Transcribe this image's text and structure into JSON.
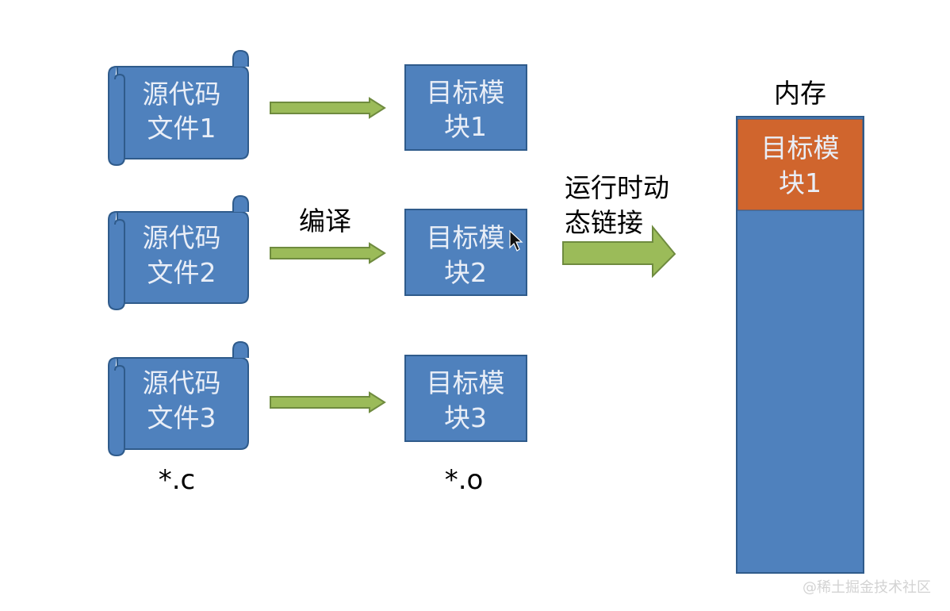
{
  "colors": {
    "box_fill": "#4f81bd",
    "box_border": "#2f5b8b",
    "module_highlight_fill": "#d0652d",
    "arrow_fill": "#9bbb59",
    "arrow_border": "#6f8b3f",
    "box_text": "#e9eef7"
  },
  "source_files": [
    {
      "line1": "源代码",
      "line2": "文件1"
    },
    {
      "line1": "源代码",
      "line2": "文件2"
    },
    {
      "line1": "源代码",
      "line2": "文件3"
    }
  ],
  "object_modules": [
    {
      "line1": "目标模",
      "line2": "块1"
    },
    {
      "line1": "目标模",
      "line2": "块2"
    },
    {
      "line1": "目标模",
      "line2": "块3"
    }
  ],
  "compile_label": "编译",
  "link_label": {
    "line1": "运行时动",
    "line2": "态链接"
  },
  "memory": {
    "title": "内存",
    "loaded_module": {
      "line1": "目标模",
      "line2": "块1"
    }
  },
  "extensions": {
    "source": "*.c",
    "object": "*.o"
  },
  "watermark": "@稀土掘金技术社区"
}
